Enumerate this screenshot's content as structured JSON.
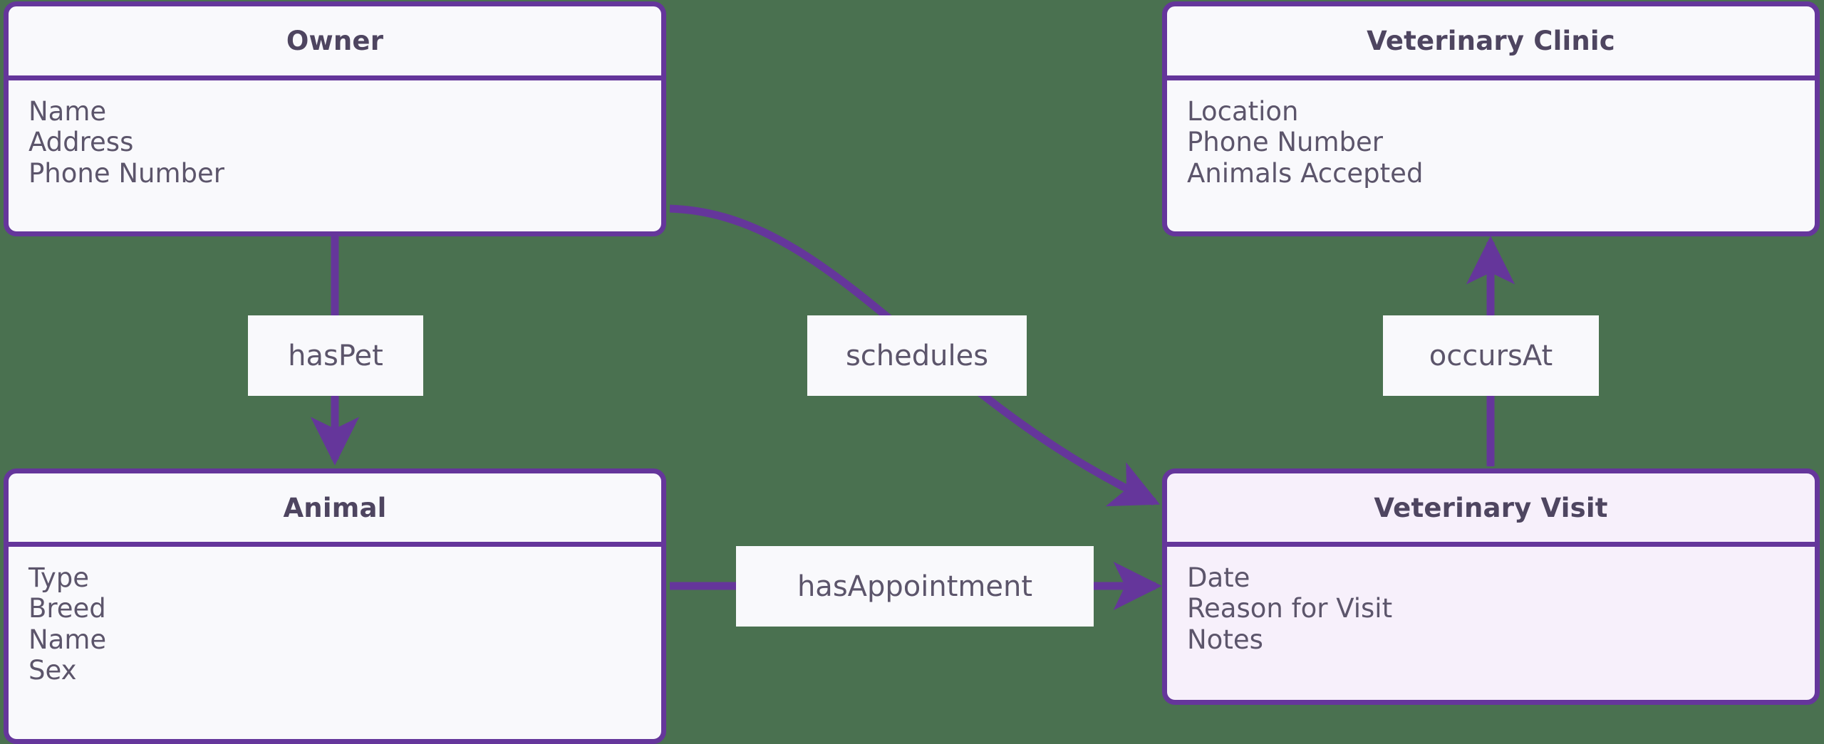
{
  "diagram": {
    "type": "entity-relationship-diagram",
    "background_color": "#4a7150",
    "accent_color": "#65369b",
    "entity_fill": "#f9f9fc",
    "highlight_fill": "#f7f0fb",
    "title_color": "#4e4560",
    "attribute_color": "#5c556b"
  },
  "entities": [
    {
      "id": "owner",
      "title": "Owner",
      "attributes": [
        "Name",
        "Address",
        "Phone Number"
      ],
      "highlighted": false
    },
    {
      "id": "veterinary-clinic",
      "title": "Veterinary Clinic",
      "attributes": [
        "Location",
        "Phone Number",
        "Animals Accepted"
      ],
      "highlighted": false
    },
    {
      "id": "animal",
      "title": "Animal",
      "attributes": [
        "Type",
        "Breed",
        "Name",
        "Sex"
      ],
      "highlighted": false
    },
    {
      "id": "veterinary-visit",
      "title": "Veterinary Visit",
      "attributes": [
        "Date",
        "Reason for Visit",
        "Notes"
      ],
      "highlighted": true
    }
  ],
  "relationships": [
    {
      "id": "haspet",
      "label": "hasPet",
      "from": "owner",
      "to": "animal",
      "direction": "down"
    },
    {
      "id": "schedules",
      "label": "schedules",
      "from": "owner",
      "to": "veterinary-visit",
      "direction": "curve-right-down"
    },
    {
      "id": "occursat",
      "label": "occursAt",
      "from": "veterinary-visit",
      "to": "veterinary-clinic",
      "direction": "up"
    },
    {
      "id": "hasappointment",
      "label": "hasAppointment",
      "from": "animal",
      "to": "veterinary-visit",
      "direction": "right"
    }
  ]
}
